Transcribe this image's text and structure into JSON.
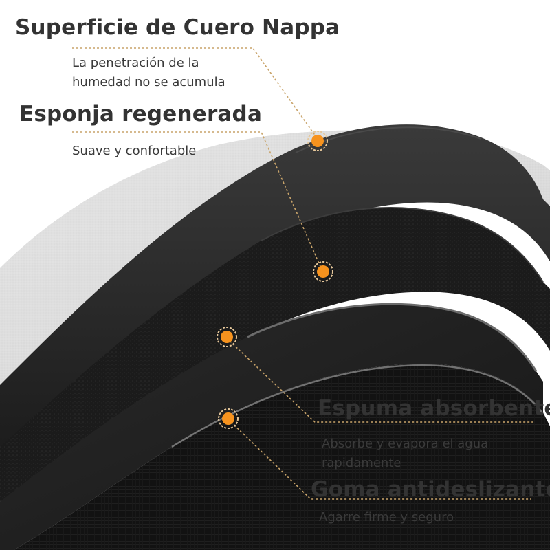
{
  "layers": [
    {
      "title": "Superficie de Cuero Nappa",
      "description_lines": [
        "La penetración de la",
        "humedad no se acumula"
      ]
    },
    {
      "title": "Esponja regenerada",
      "description_lines": [
        "Suave y confortable"
      ]
    },
    {
      "title": "Espuma absorbente",
      "description_lines": [
        "Absorbe y evapora el agua",
        "rapidamente"
      ]
    },
    {
      "title": "Goma antideslizante",
      "description_lines": [
        "Agarre firme y seguro"
      ]
    }
  ],
  "colors": {
    "marker": "#f7931e",
    "marker_ring": "#e6c79a",
    "leader_line": "#c9a46a",
    "title_text": "#333333",
    "desc_text": "#3a3a3a"
  }
}
